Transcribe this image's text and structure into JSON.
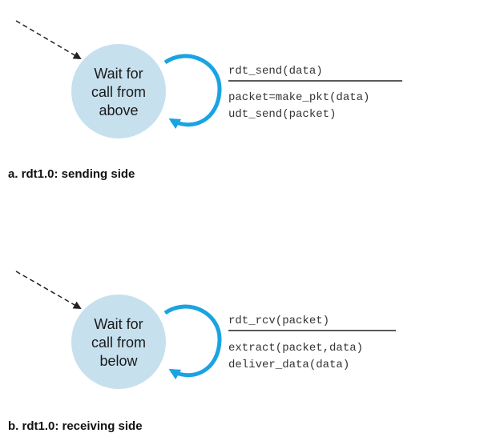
{
  "colors": {
    "state_fill": "#c6e0ee",
    "loop_arrow": "#1aa3e3",
    "init_arrow": "#222222",
    "divider": "#222222"
  },
  "diagrams": [
    {
      "state": {
        "lines": [
          "Wait for",
          "call from",
          "above"
        ]
      },
      "event": "rdt_send(data)",
      "actions": [
        "packet=make_pkt(data)",
        "udt_send(packet)"
      ],
      "caption": "a.  rdt1.0: sending side"
    },
    {
      "state": {
        "lines": [
          "Wait for",
          "call from",
          "below"
        ]
      },
      "event": "rdt_rcv(packet)",
      "actions": [
        "extract(packet,data)",
        "deliver_data(data)"
      ],
      "caption": "b.  rdt1.0: receiving side"
    }
  ]
}
